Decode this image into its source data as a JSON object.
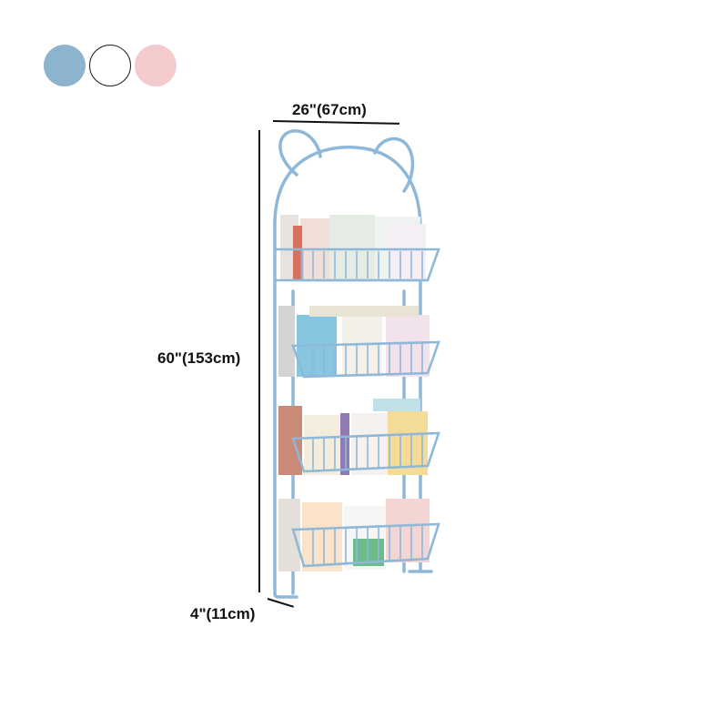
{
  "product": {
    "type": "bear-ear wall-mounted magazine/book rack",
    "frame_color": "#8fb8d8",
    "shelf_count": 4
  },
  "color_options": [
    {
      "name": "blue",
      "hex": "#8db4cf",
      "border": "none"
    },
    {
      "name": "white",
      "hex": "#ffffff",
      "border": "#222222"
    },
    {
      "name": "pink",
      "hex": "#f3cbcd",
      "border": "none"
    }
  ],
  "dimensions": {
    "width": "26\"(67cm)",
    "height": "60\"(153cm)",
    "depth": "4\"(11cm)"
  }
}
